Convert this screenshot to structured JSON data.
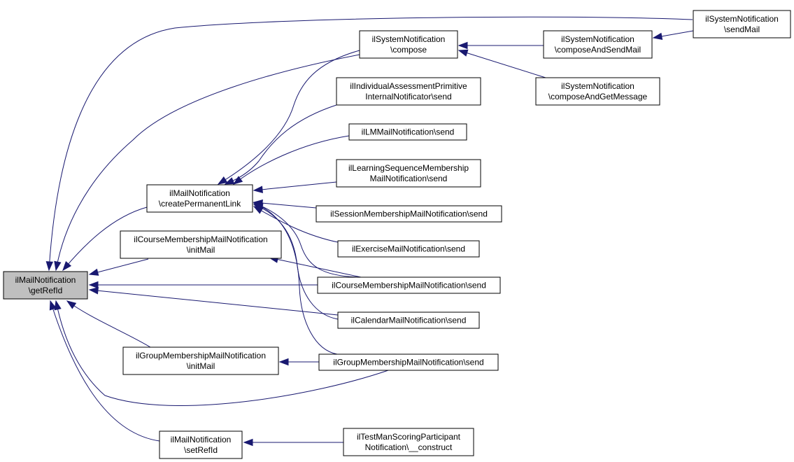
{
  "diagram": {
    "type": "call-graph",
    "edge_color": "#191970",
    "root_fill": "#bfbfbf",
    "nodes": [
      {
        "id": "getRefId",
        "lines": [
          "ilMailNotification",
          "\\getRefId"
        ],
        "root": true
      },
      {
        "id": "createPermanentLink",
        "lines": [
          "ilMailNotification",
          "\\createPermanentLink"
        ]
      },
      {
        "id": "courseInitMail",
        "lines": [
          "ilCourseMembershipMailNotification",
          "\\initMail"
        ]
      },
      {
        "id": "groupInitMail",
        "lines": [
          "ilGroupMembershipMailNotification",
          "\\initMail"
        ]
      },
      {
        "id": "setRefId",
        "lines": [
          "ilMailNotification",
          "\\setRefId"
        ]
      },
      {
        "id": "sysCompose",
        "lines": [
          "ilSystemNotification",
          "\\compose"
        ]
      },
      {
        "id": "individualSend",
        "lines": [
          "ilIndividualAssessmentPrimitive",
          "InternalNotificator\\send"
        ]
      },
      {
        "id": "lmSend",
        "lines": [
          "ilLMMailNotification\\send"
        ]
      },
      {
        "id": "lsSend",
        "lines": [
          "ilLearningSequenceMembership",
          "MailNotification\\send"
        ]
      },
      {
        "id": "sessionSend",
        "lines": [
          "ilSessionMembershipMailNotification\\send"
        ]
      },
      {
        "id": "exerciseSend",
        "lines": [
          "ilExerciseMailNotification\\send"
        ]
      },
      {
        "id": "courseSend",
        "lines": [
          "ilCourseMembershipMailNotification\\send"
        ]
      },
      {
        "id": "calendarSend",
        "lines": [
          "ilCalendarMailNotification\\send"
        ]
      },
      {
        "id": "groupSend",
        "lines": [
          "ilGroupMembershipMailNotification\\send"
        ]
      },
      {
        "id": "testConstruct",
        "lines": [
          "ilTestManScoringParticipant",
          "Notification\\__construct"
        ]
      },
      {
        "id": "composeAndSendMail",
        "lines": [
          "ilSystemNotification",
          "\\composeAndSendMail"
        ]
      },
      {
        "id": "composeAndGetMessage",
        "lines": [
          "ilSystemNotification",
          "\\composeAndGetMessage"
        ]
      },
      {
        "id": "sysSendMail",
        "lines": [
          "ilSystemNotification",
          "\\sendMail"
        ]
      }
    ],
    "edges": [
      {
        "from": "sysSendMail",
        "to": "getRefId"
      },
      {
        "from": "sysCompose",
        "to": "getRefId"
      },
      {
        "from": "createPermanentLink",
        "to": "getRefId"
      },
      {
        "from": "courseInitMail",
        "to": "getRefId"
      },
      {
        "from": "courseSend",
        "to": "getRefId"
      },
      {
        "from": "calendarSend",
        "to": "getRefId"
      },
      {
        "from": "groupInitMail",
        "to": "getRefId"
      },
      {
        "from": "groupSend",
        "to": "getRefId"
      },
      {
        "from": "setRefId",
        "to": "getRefId"
      },
      {
        "from": "composeAndSendMail",
        "to": "sysCompose"
      },
      {
        "from": "composeAndGetMessage",
        "to": "sysCompose"
      },
      {
        "from": "sysSendMail",
        "to": "composeAndSendMail"
      },
      {
        "from": "sysCompose",
        "to": "createPermanentLink"
      },
      {
        "from": "individualSend",
        "to": "createPermanentLink"
      },
      {
        "from": "lmSend",
        "to": "createPermanentLink"
      },
      {
        "from": "lsSend",
        "to": "createPermanentLink"
      },
      {
        "from": "sessionSend",
        "to": "createPermanentLink"
      },
      {
        "from": "exerciseSend",
        "to": "createPermanentLink"
      },
      {
        "from": "courseSend",
        "to": "createPermanentLink"
      },
      {
        "from": "calendarSend",
        "to": "createPermanentLink"
      },
      {
        "from": "groupSend",
        "to": "createPermanentLink"
      },
      {
        "from": "courseSend",
        "to": "courseInitMail"
      },
      {
        "from": "groupSend",
        "to": "groupInitMail"
      },
      {
        "from": "testConstruct",
        "to": "setRefId"
      }
    ]
  }
}
